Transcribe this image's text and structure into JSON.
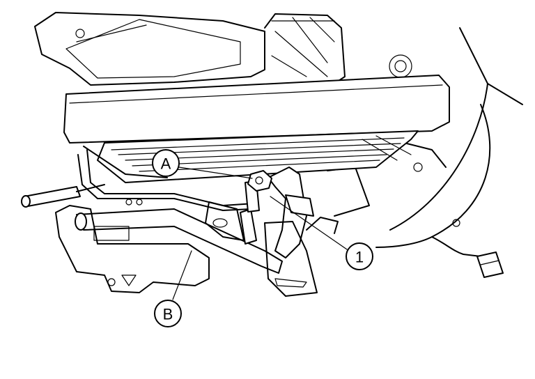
{
  "callouts": {
    "a": "A",
    "b": "B",
    "one": "1"
  }
}
